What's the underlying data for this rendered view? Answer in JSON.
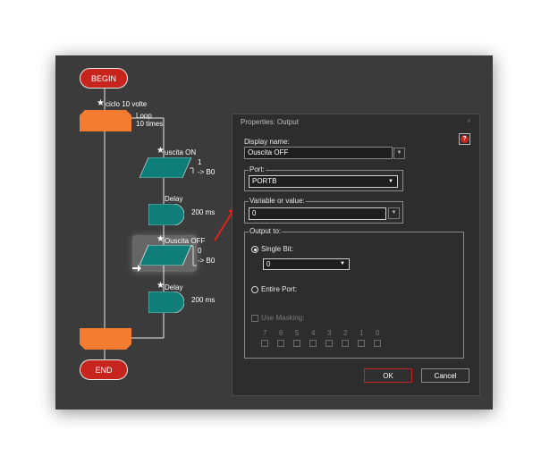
{
  "flowchart": {
    "begin": "BEGIN",
    "end": "END",
    "loop_name": "ciclo 10 volte",
    "loop_label": "Loop",
    "loop_count": "10 times",
    "output1_name": "uscita ON",
    "output1_value": "1",
    "output1_target": "-> B0",
    "delay1_name": "Delay",
    "delay1_value": "200 ms",
    "output2_name": "Ouscita OFF",
    "output2_value": "0",
    "output2_target": "-> B0",
    "delay2_name": "Delay",
    "delay2_value": "200 ms"
  },
  "dialog": {
    "title": "Properties: Output",
    "close": "×",
    "help": "?",
    "display_name_label": "Display name:",
    "display_name_value": "Ouscita OFF",
    "port_label": "Port:",
    "port_value": "PORTB",
    "variable_label": "Variable or value:",
    "variable_value": "0",
    "output_to_label": "Output to:",
    "single_bit_label": "Single Bit:",
    "single_bit_value": "0",
    "entire_port_label": "Entire Port:",
    "use_masking_label": "Use Masking:",
    "bits": [
      "7",
      "6",
      "5",
      "4",
      "3",
      "2",
      "1",
      "0"
    ],
    "ok": "OK",
    "cancel": "Cancel"
  },
  "colors": {
    "terminal": "#c8241e",
    "loop": "#f47c30",
    "io": "#0f7e78",
    "delay": "#0f7e78",
    "dialog_bg": "#2d2d2d",
    "canvas_bg": "#3b3b3b",
    "arrow": "#e0231c",
    "ok_border": "#c8241e"
  }
}
